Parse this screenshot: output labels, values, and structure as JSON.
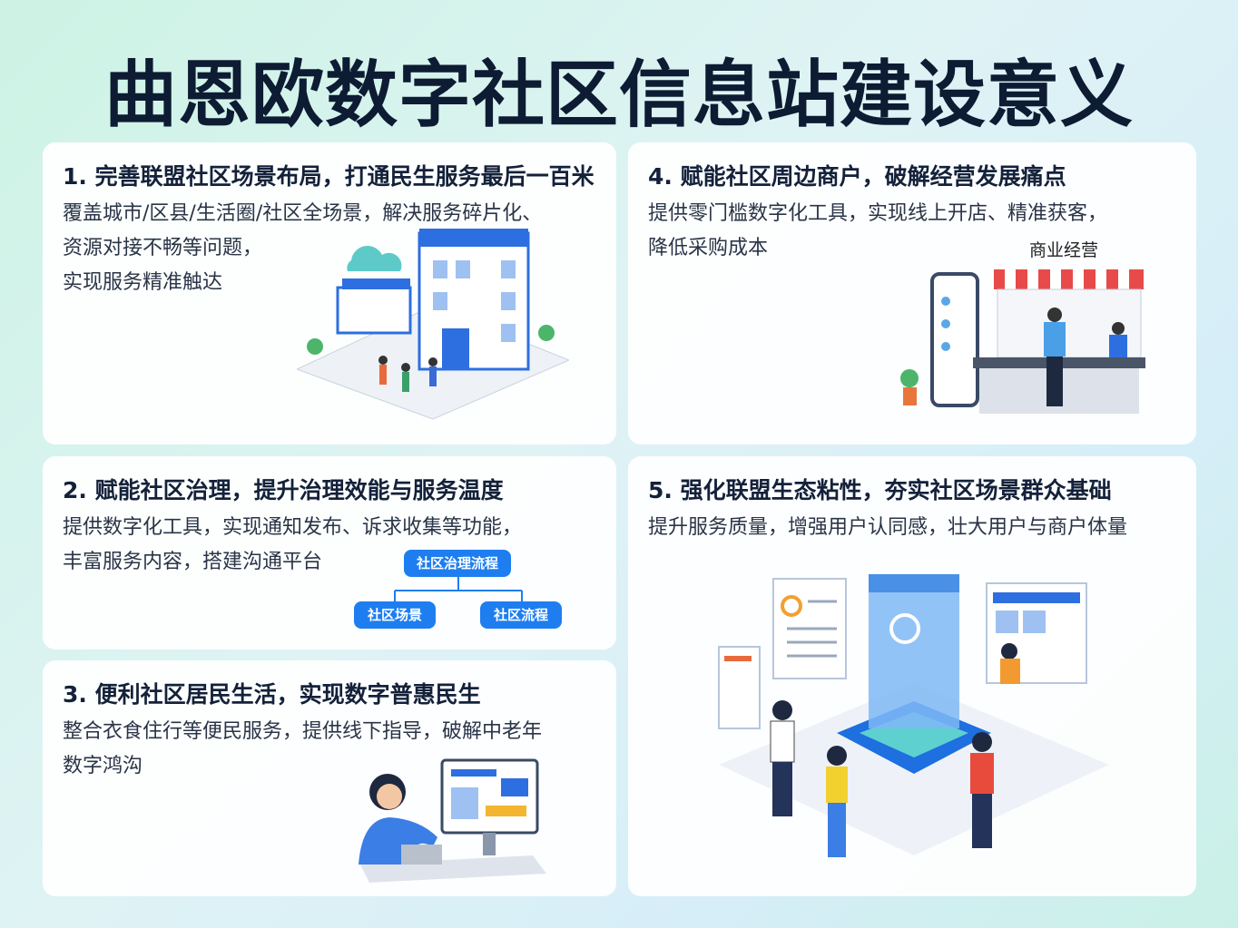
{
  "title": "曲恩欧数字社区信息站建设意义",
  "cards": [
    {
      "heading": "1. 完善联盟社区场景布局，打通民生服务最后一百米",
      "lines": [
        "覆盖城市/区县/生活圈/社区全场景，解决服务碎片化、",
        "资源对接不畅等问题，",
        "实现服务精准触达"
      ]
    },
    {
      "heading": "2. 赋能社区治理，提升治理效能与服务温度",
      "lines": [
        "提供数字化工具，实现通知发布、诉求收集等功能，",
        "丰富服务内容，搭建沟通平台"
      ]
    },
    {
      "heading": "3. 便利社区居民生活，实现数字普惠民生",
      "lines": [
        "整合衣食住行等便民服务，提供线下指导，破解中老年",
        "数字鸿沟"
      ]
    },
    {
      "heading": "4. 赋能社区周边商户，破解经营发展痛点",
      "lines": [
        "提供零门槛数字化工具，实现线上开店、精准获客，",
        "降低采购成本"
      ]
    },
    {
      "heading": "5. 强化联盟生态粘性，夯实社区场景群众基础",
      "lines": [
        "提升服务质量，增强用户认同感，壮大用户与商户体量"
      ]
    }
  ],
  "flow": {
    "root": "社区治理流程",
    "left": "社区场景",
    "right": "社区流程"
  },
  "shop_label": "商业经营",
  "colors": {
    "accent": "#1e7ef0",
    "title": "#0d1b33"
  }
}
